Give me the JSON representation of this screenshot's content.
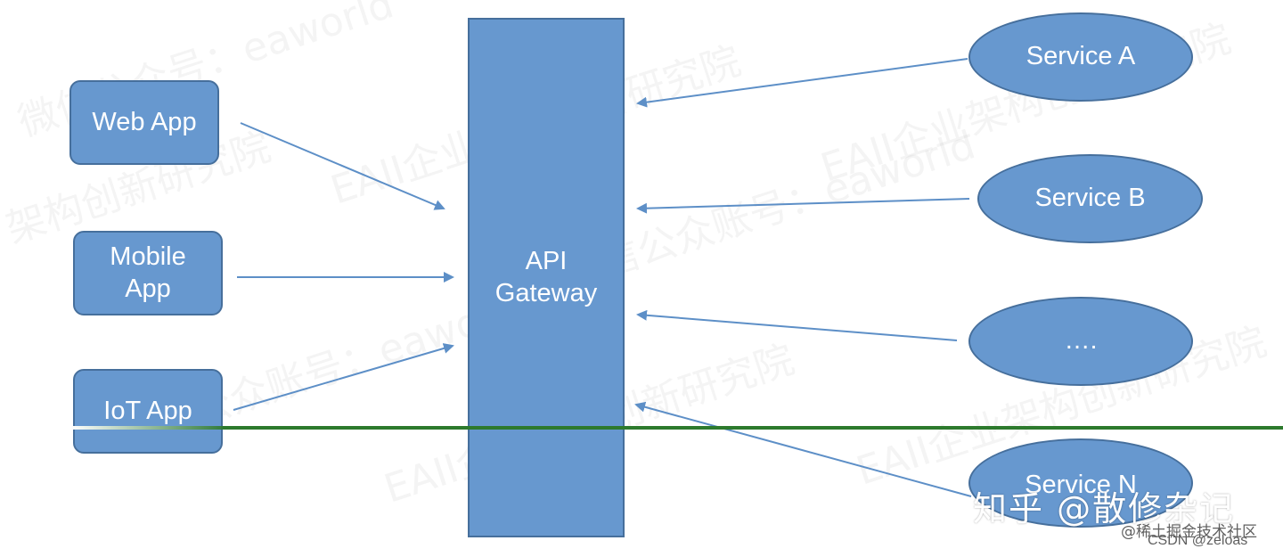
{
  "apps": {
    "web": "Web App",
    "mobile_line1": "Mobile",
    "mobile_line2": "App",
    "iot": "IoT App"
  },
  "gateway": {
    "line1": "API",
    "line2": "Gateway"
  },
  "services": {
    "a": "Service A",
    "b": "Service B",
    "ellipsis": "….",
    "n": "Service N"
  },
  "watermarks": {
    "zhihu": "知乎 @散修杂记",
    "juejin": "@稀土掘金技术社区",
    "csdn": "CSDN @zeloas"
  },
  "colors": {
    "box_fill": "#6798cf",
    "box_border": "#466f9c",
    "arrow": "#5d8fc7",
    "separator": "#2d7a2d"
  }
}
